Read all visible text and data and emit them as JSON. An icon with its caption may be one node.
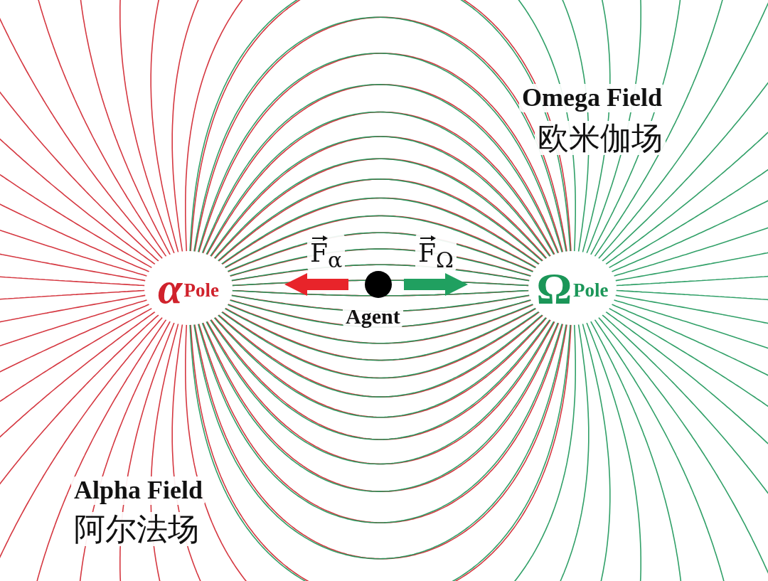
{
  "diagram": {
    "nodes": [
      {
        "text": [
          "α",
          "Pole"
        ]
      },
      {
        "text": [
          "Ω",
          "Pole"
        ]
      },
      {
        "text": [],
        "shape": "circle",
        "beside": [
          "Agent"
        ]
      }
    ],
    "labels": [
      "Omega Field",
      "欧米伽场",
      "F$_{α}$",
      "F$_{Ω}$",
      "Alpha Field",
      "阿尔法场"
    ]
  }
}
